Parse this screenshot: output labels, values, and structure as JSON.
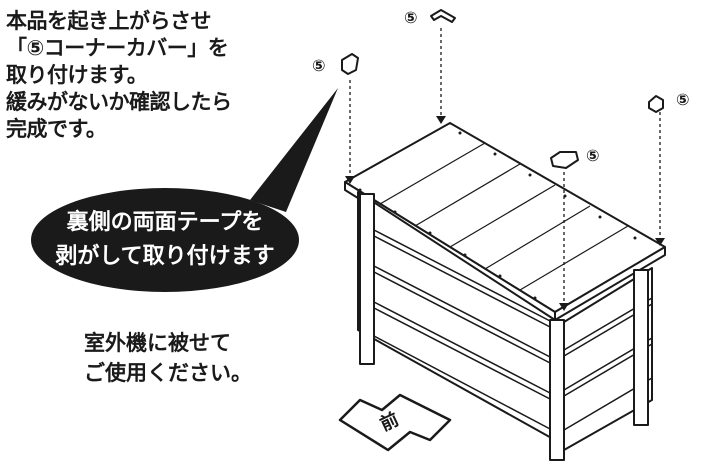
{
  "instructions": {
    "lines": [
      "本品を起き上がらさせ",
      "「⑤コーナーカバー」を",
      "取り付けます。",
      "緩みがないか確認したら",
      "完成です。"
    ]
  },
  "callout": {
    "line1": "裏側の両面テープを",
    "line2": "剥がして取り付けます"
  },
  "usage_note": {
    "line1": "室外機に被せて",
    "line2": "ご使用ください。"
  },
  "part_labels": [
    "⑤",
    "⑤",
    "⑤",
    "⑤"
  ],
  "direction_arrow": {
    "label": "前"
  },
  "colors": {
    "ink": "#1a1a1a",
    "bubble": "#1a1a1a",
    "paper": "#ffffff"
  }
}
